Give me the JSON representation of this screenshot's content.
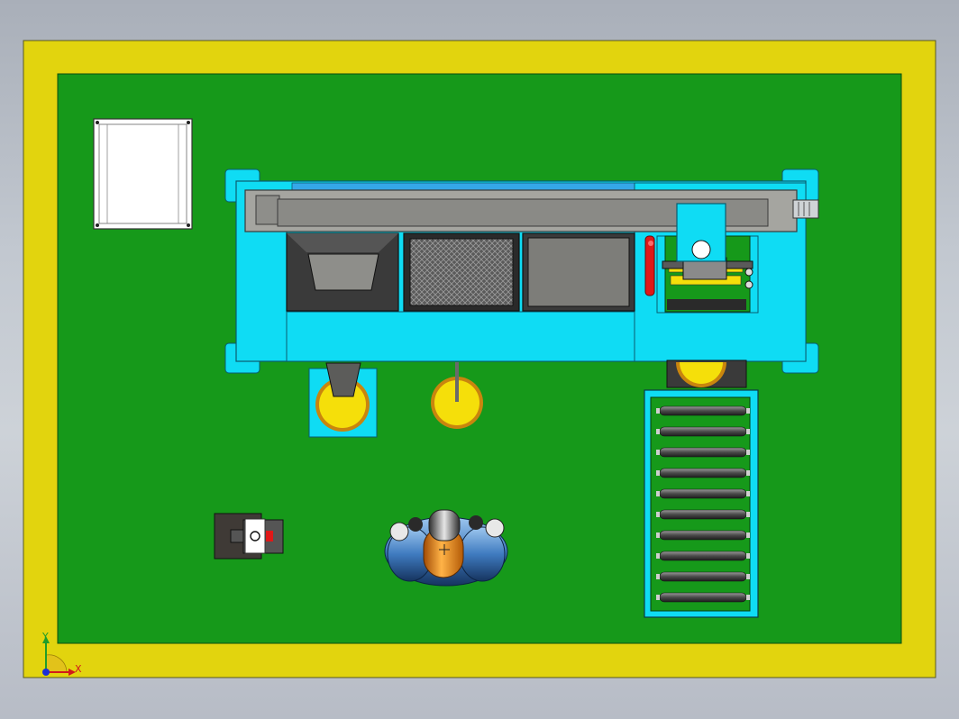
{
  "viewport": {
    "background_top": "#a9afb9",
    "background_bottom": "#cdd2d8"
  },
  "colors": {
    "border_yellow": "#e2d40e",
    "floor_green": "#16991a",
    "station_cyan": "#0fdcf4",
    "conveyor_gray": "#9a9a96",
    "bin_dark": "#3a3a3a",
    "wheel_yellow": "#f5df0a",
    "wheel_rim": "#c9850e",
    "robot_blue": "#3f7bc0",
    "robot_orange": "#f08a12",
    "button_red": "#e01818",
    "axis_x": "#d11a1a",
    "axis_y": "#1f9d2a",
    "axis_z": "#1b2fd6"
  },
  "scene": {
    "icons": [
      "assembly-floor-plate",
      "cabinet-panel-icon",
      "work-station-icon",
      "belt-conveyor-icon",
      "material-bin-icon",
      "drive-wheel-icon",
      "roller-conveyor-icon",
      "control-box-icon",
      "mecanum-robot-icon",
      "coordinate-triad-icon"
    ],
    "roller_count": 10
  },
  "triad": {
    "x_label": "X",
    "y_label": "Y"
  }
}
